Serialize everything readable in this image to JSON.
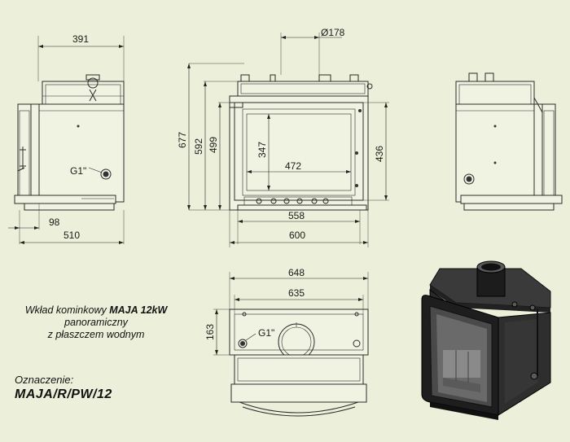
{
  "dimensions": {
    "side_depth": "391",
    "flue_diameter": "Ø178",
    "total_height": "677",
    "height_592": "592",
    "height_499": "499",
    "glass_height": "347",
    "glass_width": "472",
    "right_height": "436",
    "width_558": "558",
    "width_600": "600",
    "side_offset": "98",
    "side_total_depth": "510",
    "top_width_648": "648",
    "top_width_635": "635",
    "top_depth": "163",
    "pipe_thread_side": "G1\"",
    "pipe_thread_top": "G1\""
  },
  "description": {
    "prefix": "Wkład kominkowy ",
    "model": "MAJA 12kW",
    "line2": "panoramiczny",
    "line3": "z płaszczem wodnym"
  },
  "designation": {
    "label": "Oznaczenie:",
    "code": "MAJA/R/PW/12"
  }
}
